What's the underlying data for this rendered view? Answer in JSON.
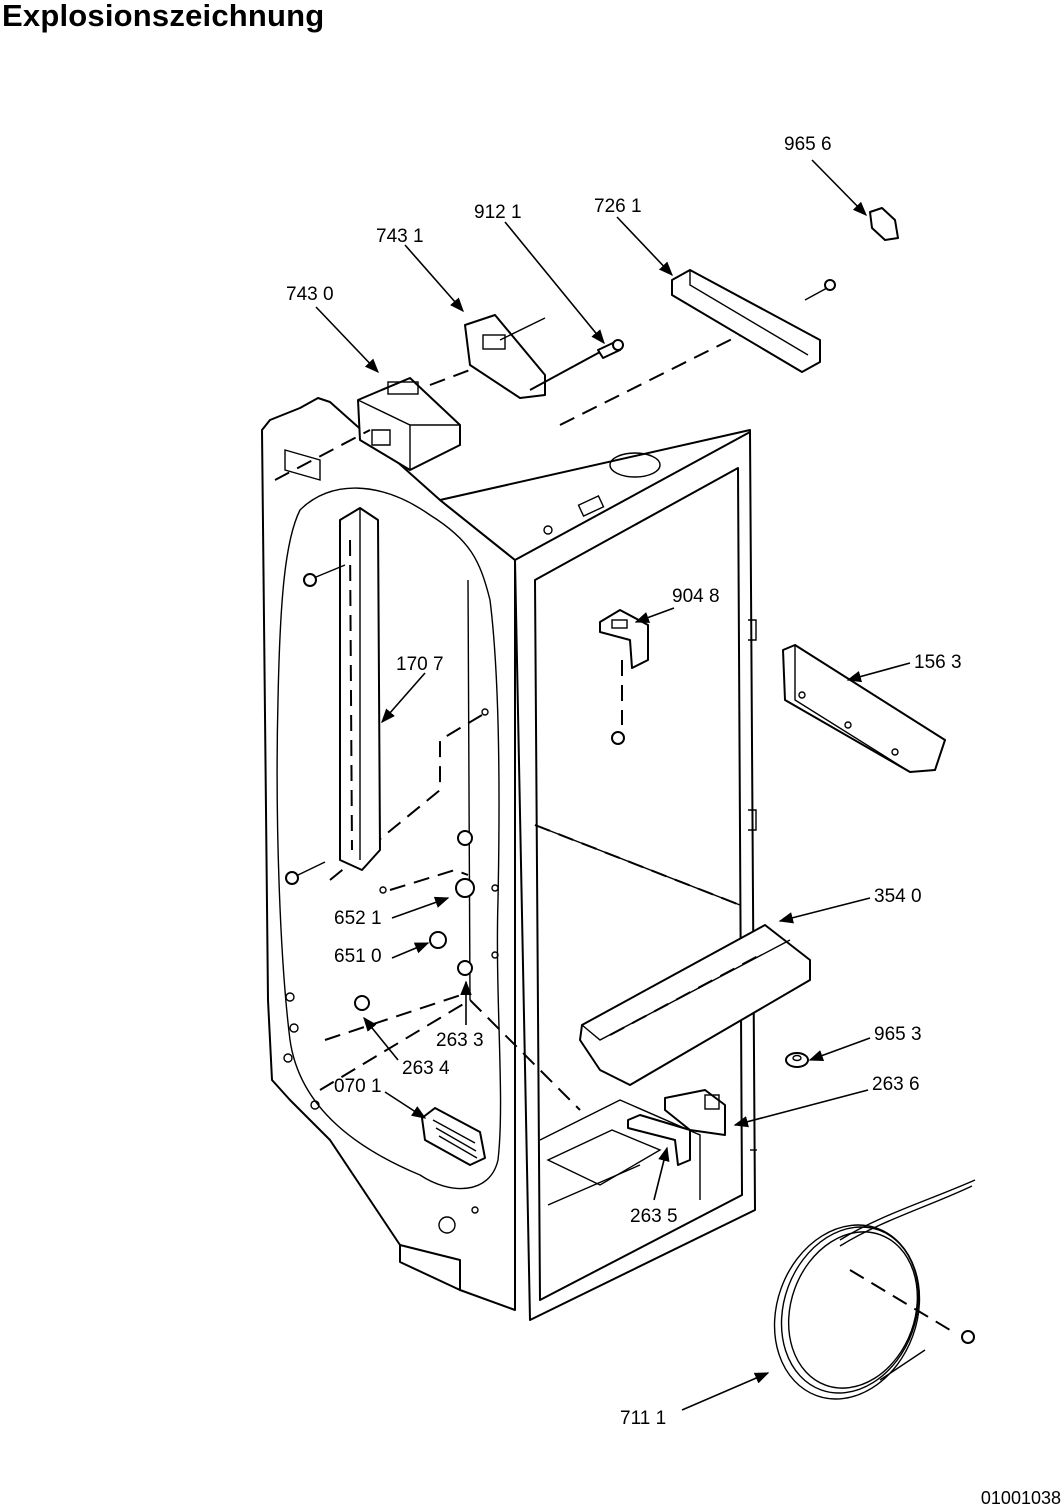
{
  "title": "Explosionszeichnung",
  "document_number": "01001038",
  "callouts": [
    {
      "id": "c-9656",
      "label": "965 6"
    },
    {
      "id": "c-9121",
      "label": "912 1"
    },
    {
      "id": "c-7261",
      "label": "726 1"
    },
    {
      "id": "c-7431",
      "label": "743 1"
    },
    {
      "id": "c-7430",
      "label": "743 0"
    },
    {
      "id": "c-9048",
      "label": "904 8"
    },
    {
      "id": "c-1563",
      "label": "156 3"
    },
    {
      "id": "c-1707",
      "label": "170 7"
    },
    {
      "id": "c-3540",
      "label": "354 0"
    },
    {
      "id": "c-6521",
      "label": "652 1"
    },
    {
      "id": "c-6510",
      "label": "651 0"
    },
    {
      "id": "c-9653",
      "label": "965 3"
    },
    {
      "id": "c-2633",
      "label": "263 3"
    },
    {
      "id": "c-2634",
      "label": "263 4"
    },
    {
      "id": "c-2636",
      "label": "263 6"
    },
    {
      "id": "c-0701",
      "label": "070 1"
    },
    {
      "id": "c-2635",
      "label": "263 5"
    },
    {
      "id": "c-7111",
      "label": "711 1"
    }
  ]
}
